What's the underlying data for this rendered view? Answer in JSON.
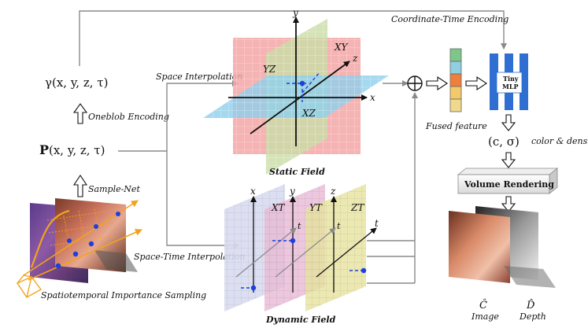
{
  "labels": {
    "coordinate_time_encoding": "Coordinate-Time Encoding",
    "space_interpolation": "Space Interpolation",
    "space_time_interpolation": "Space-Time Interpolation",
    "oneblob_encoding": "Oneblob Encoding",
    "sample_net": "Sample-Net",
    "spatiotemporal_sampling": "Spatiotemporal Importance Sampling",
    "gamma_expr": "γ(x, y, z, τ)",
    "p_expr_bold": "P",
    "p_expr_rest": "(x, y, z, τ)",
    "static_field": "Static Field",
    "dynamic_field": "Dynamic Field",
    "fused_feature": "Fused feature",
    "tiny_mlp_line1": "Tiny",
    "tiny_mlp_line2": "MLP",
    "color_sigma": "(c, σ)",
    "color_density": "color & density",
    "volume_rendering": "Volume Rendering",
    "c_hat": "Ĉ",
    "image": "Image",
    "d_hat": "D̂",
    "depth": "Depth"
  },
  "static_axes": {
    "y": "y",
    "z": "z",
    "x": "x",
    "plane_xy": "XY",
    "plane_yz": "YZ",
    "plane_xz": "XZ"
  },
  "dynamic_axes": {
    "x": "x",
    "y": "y",
    "z": "z",
    "t1": "t",
    "t2": "t",
    "t3": "t",
    "plane_xt": "XT",
    "plane_yt": "YT",
    "plane_zt": "ZT"
  },
  "colors": {
    "xy_plane": "#f4a6a6",
    "yz_plane": "#c9dca6",
    "xz_plane": "#8fd0ec",
    "xt_plane": "#d8dbef",
    "yt_plane": "#e7b9d4",
    "zt_plane": "#e6e29d",
    "mlp_blue": "#2f6fd1",
    "accent_blue": "#1b3fe0",
    "arrow_gray": "#8a8a8a",
    "sampling_orange": "#f2a31b"
  },
  "fused_feature_colors": [
    "#7ec78a",
    "#8fcfe0",
    "#f07f3c",
    "#f4c96a",
    "#f0d98c"
  ]
}
